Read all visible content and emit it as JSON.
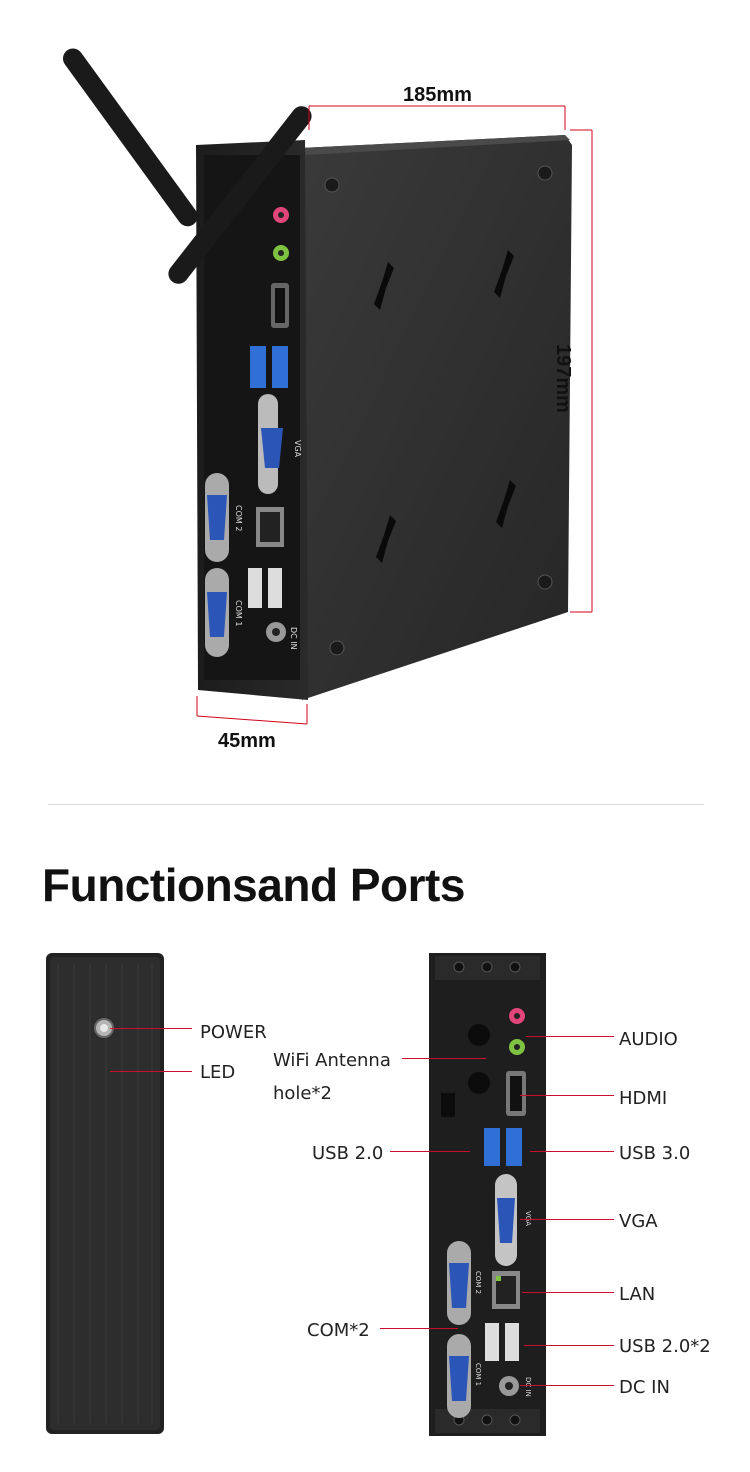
{
  "dimensions": {
    "width": "185mm",
    "height": "197mm",
    "depth": "45mm"
  },
  "section_title": "Functionsand Ports",
  "front_labels": {
    "power": "POWER",
    "led": "LED"
  },
  "rear_labels": {
    "wifi_line1": "WiFi Antenna",
    "wifi_line2": "hole*2",
    "usb20_left": "USB 2.0",
    "com": "COM*2",
    "audio": "AUDIO",
    "hdmi": "HDMI",
    "usb30": "USB 3.0",
    "vga": "VGA",
    "lan": "LAN",
    "usb20x2": "USB 2.0*2",
    "dcin": "DC IN"
  },
  "port_markings": {
    "vga": "VGA",
    "com1": "COM 1",
    "com2": "COM 2",
    "dcin": "DC IN"
  },
  "colors": {
    "accent_line": "#c8102e",
    "chassis": "#2b2b2b",
    "usb3": "#2f6fd6",
    "vga_blue": "#2c55b8",
    "audio_pink": "#e0467a",
    "audio_green": "#7fc241"
  }
}
